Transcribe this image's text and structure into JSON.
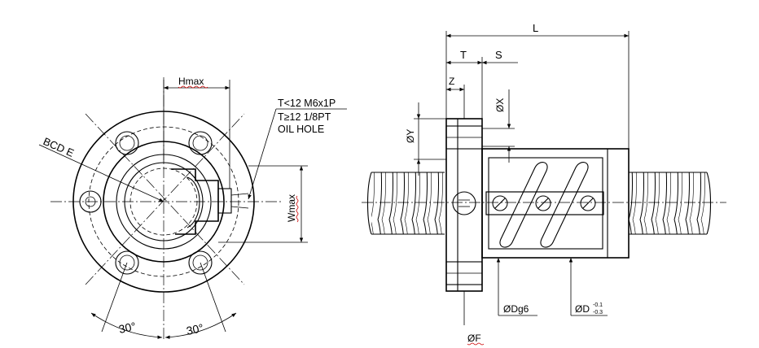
{
  "left_view": {
    "hmax": "Hmax",
    "wmax": "Wmax",
    "bcd": "BCD E",
    "angle_left": "30°",
    "angle_right": "30°",
    "note_line1": "T<12 M6x1P",
    "note_line2": "T≥12  1/8PT",
    "note_line3": "OIL HOLE"
  },
  "right_view": {
    "L": "L",
    "T": "T",
    "S": "S",
    "Z": "Z",
    "X": "ØX",
    "Y": "ØY",
    "Dg6": "ØDg6",
    "D": "ØD",
    "D_tol_upper": "-0.1",
    "D_tol_lower": "-0.3",
    "F": "ØF"
  }
}
